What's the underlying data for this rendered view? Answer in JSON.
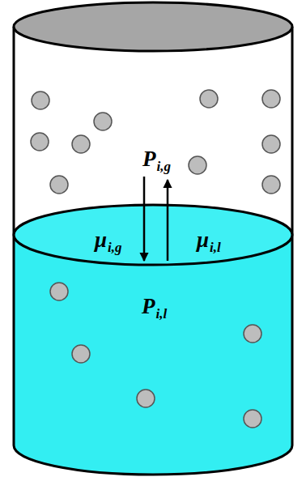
{
  "diagram": {
    "labels": [
      "P",
      "i,g",
      "μ",
      "i,g",
      "μ",
      "i,l",
      "P",
      "i,l"
    ]
  }
}
